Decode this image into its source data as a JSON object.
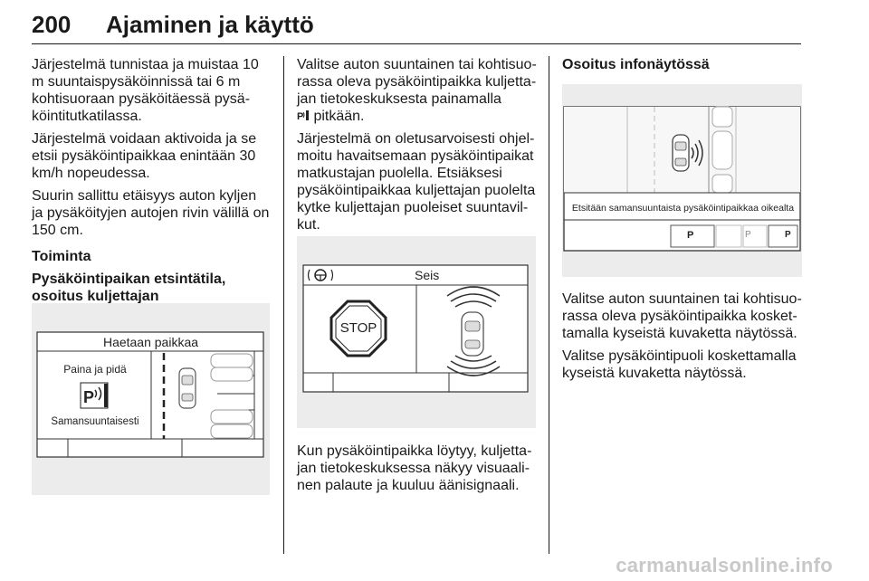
{
  "header": {
    "page_number": "200",
    "chapter_title": "Ajaminen ja käyttö"
  },
  "col1": {
    "para1": "Järjestelmä tunnistaa ja muistaa 10 m suuntaispysäköinnissä tai 6 m kohtisuoraan pysäköitäessä pysä­köintitutkatilassa.",
    "para2": "Järjestelmä voidaan aktivoida ja se etsii pysäköintipaikkaa enintään 30 km/h nopeudessa.",
    "para3": "Suurin sallittu etäisyys auton kyljen ja pysäköityjen autojen rivin välillä on 150 cm.",
    "section_heading": "Toiminta",
    "subheading": "Pysäköintipaikan etsintätila, osoitus kuljettajan tietokeskuksessa"
  },
  "figure1": {
    "title": "Haetaan paikkaa",
    "instruction": "Paina ja pidä",
    "mode": "Samansuuntaisesti"
  },
  "col2": {
    "para1": "Valitse auton suuntainen tai kohtisuo­rassa oleva pysäköintipaikka kuljetta­jan tietokeskuksesta painamalla",
    "para1_end": "pitkään.",
    "para2": "Järjestelmä on oletusarvoisesti ohjel­moitu havaitsemaan pysäköintipaikat matkustajan puolella. Etsiäksesi pysäköintipaikkaa kuljettajan puolelta kytke kuljettajan puoleiset suuntavil­kut.",
    "para3": "Kun pysäköintipaikka löytyy, kuljetta­jan tietokeskuksessa näkyy visuaali­nen palaute ja kuuluu äänisignaali."
  },
  "figure2": {
    "title": "Seis",
    "stop_sign": "STOP"
  },
  "col3": {
    "heading": "Osoitus infonäytössä",
    "para1": "Valitse auton suuntainen tai kohtisuo­rassa oleva pysäköintipaikka kosket­tamalla kyseistä kuvaketta näytössä.",
    "para2": "Valitse pysäköintipuoli koskettamalla kyseistä kuvaketta näytössä."
  },
  "figure3": {
    "caption": "Etsitään samansuuntaista pysäköintipaikkaa oikealta",
    "p1": "P",
    "p2": "P",
    "p3": "P"
  },
  "footer": {
    "watermark": "carmanualsonline.info"
  }
}
